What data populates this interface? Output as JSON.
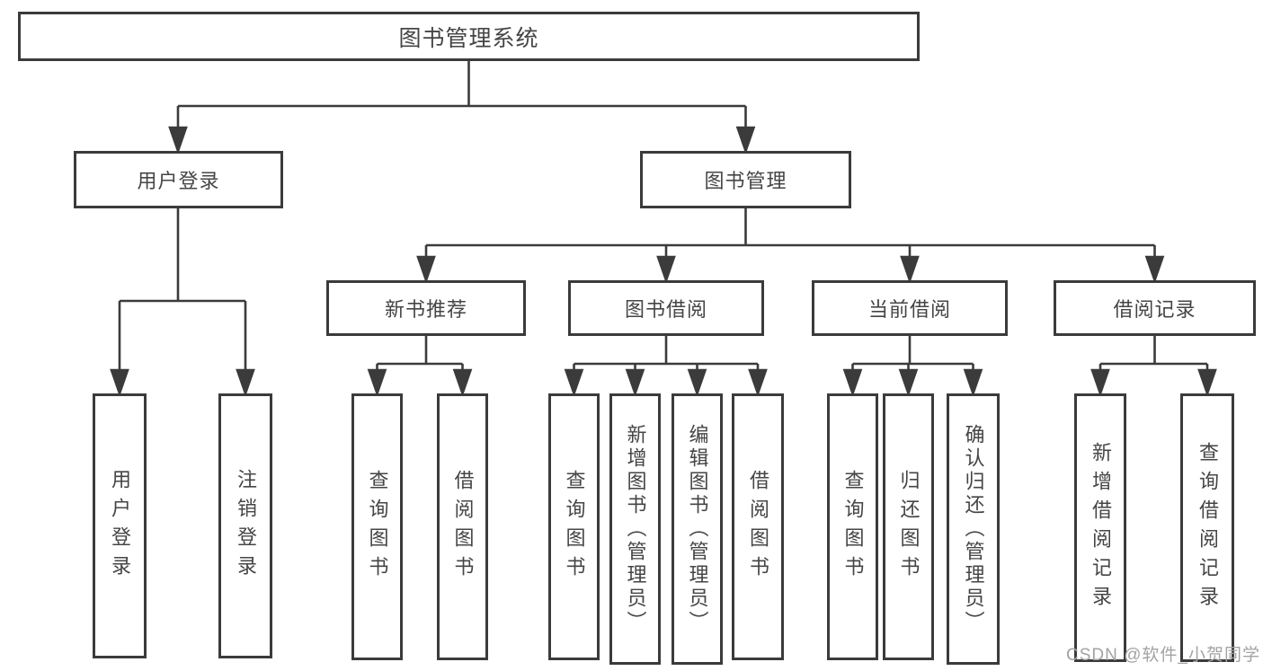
{
  "diagram": {
    "title": "图书管理系统",
    "root": {
      "label": "图书管理系统"
    },
    "level2": {
      "user_login": {
        "label": "用户登录"
      },
      "book_management": {
        "label": "图书管理"
      }
    },
    "level3": {
      "new_book_recommend": {
        "label": "新书推荐"
      },
      "book_borrow": {
        "label": "图书借阅"
      },
      "current_borrow": {
        "label": "当前借阅"
      },
      "borrow_records": {
        "label": "借阅记录"
      }
    },
    "leaves": {
      "user_login": {
        "label": "用户登录"
      },
      "logout": {
        "label": "注销登录"
      },
      "query_book_1": {
        "label": "查询图书"
      },
      "borrow_book_1": {
        "label": "借阅图书"
      },
      "query_book_2": {
        "label": "查询图书"
      },
      "add_book_admin": {
        "label": "新增图书（管理员）"
      },
      "edit_book_admin": {
        "label": "编辑图书（管理员）"
      },
      "borrow_book_2": {
        "label": "借阅图书"
      },
      "query_book_3": {
        "label": "查询图书"
      },
      "return_book": {
        "label": "归还图书"
      },
      "confirm_return_admin": {
        "label": "确认归还（管理员）"
      },
      "add_borrow_record": {
        "label": "新增借阅记录"
      },
      "query_borrow_record": {
        "label": "查询借阅记录"
      }
    }
  },
  "watermark": {
    "text": "CSDN @软件_小贺同学"
  },
  "colors": {
    "line": "#3b3b3b",
    "text": "#454545",
    "watermark": "#a3a3a3",
    "background": "#ffffff"
  }
}
